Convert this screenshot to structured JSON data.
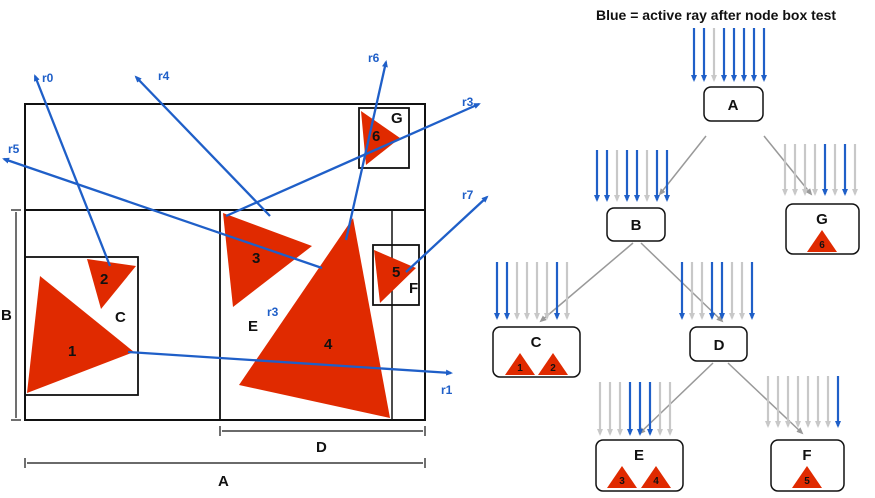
{
  "title": "Blue = active ray after node box test",
  "colors": {
    "active_ray": "#1f5fc8",
    "inactive_ray": "#c8c8c8",
    "triangle": "#e02a00",
    "edge": "#999999",
    "box": "#111111"
  },
  "scene": {
    "dims": {
      "A": "A",
      "B": "B",
      "D": "D"
    },
    "regions": {
      "C": "C",
      "E": "E",
      "F": "F",
      "G": "G"
    },
    "rays": {
      "r0": "r0",
      "r1": "r1",
      "r3": "r3",
      "r3b": "r3",
      "r4": "r4",
      "r5": "r5",
      "r6": "r6",
      "r7": "r7"
    },
    "triangles": {
      "t1": "1",
      "t2": "2",
      "t3": "3",
      "t4": "4",
      "t5": "5",
      "t6": "6"
    }
  },
  "tree": {
    "nodes": {
      "A": {
        "label": "A",
        "rays": [
          1,
          1,
          0,
          1,
          1,
          1,
          1,
          1
        ]
      },
      "B": {
        "label": "B",
        "rays": [
          1,
          1,
          0,
          1,
          1,
          0,
          1,
          1
        ]
      },
      "G": {
        "label": "G",
        "rays": [
          0,
          0,
          0,
          0,
          1,
          0,
          1,
          0
        ],
        "tris": [
          "6"
        ]
      },
      "C": {
        "label": "C",
        "rays": [
          1,
          1,
          0,
          0,
          0,
          0,
          1,
          0
        ],
        "tris": [
          "1",
          "2"
        ]
      },
      "D": {
        "label": "D",
        "rays": [
          1,
          0,
          0,
          1,
          1,
          0,
          0,
          1
        ]
      },
      "E": {
        "label": "E",
        "rays": [
          0,
          0,
          0,
          1,
          1,
          1,
          0,
          0
        ],
        "tris": [
          "3",
          "4"
        ]
      },
      "F": {
        "label": "F",
        "rays": [
          0,
          0,
          0,
          0,
          0,
          0,
          0,
          1
        ],
        "tris": [
          "5"
        ]
      }
    }
  }
}
